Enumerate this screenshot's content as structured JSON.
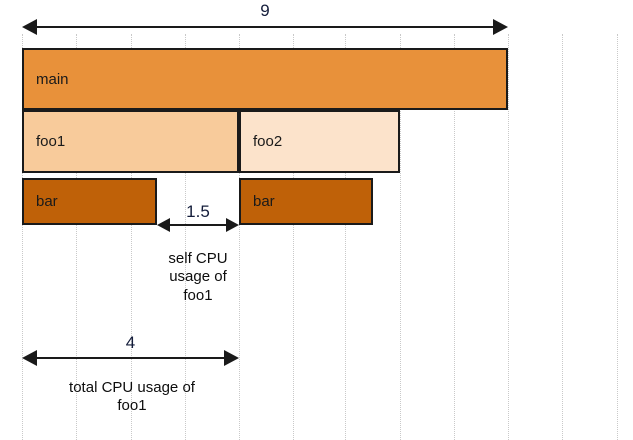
{
  "chart_data": {
    "type": "bar",
    "title": "",
    "subtitle": "",
    "xlabel": "",
    "ylabel": "",
    "description": "Flame graph showing nested CPU time of stack frames main > foo1/foo2 > bar",
    "units": "CPU time units",
    "axis_range": [
      0,
      11
    ],
    "grid": true,
    "grid_spacing": 1,
    "legend": "none",
    "frames": [
      {
        "name": "main",
        "depth": 0,
        "start": 0,
        "width": 9,
        "end": 9,
        "color": "#e8913a"
      },
      {
        "name": "foo1",
        "depth": 1,
        "start": 0,
        "width": 4,
        "end": 4,
        "color": "#f8cb9b"
      },
      {
        "name": "foo2",
        "depth": 1,
        "start": 4,
        "width": 3,
        "end": 7,
        "color": "#fce3cb"
      },
      {
        "name": "bar",
        "depth": 2,
        "start": 0,
        "width": 2.5,
        "end": 2.5,
        "color": "#bf6108"
      },
      {
        "name": "bar",
        "depth": 2,
        "start": 4,
        "width": 2.5,
        "end": 6.5,
        "color": "#bf6108"
      }
    ],
    "annotations": [
      {
        "id": "total-main",
        "value": "9",
        "numeric": 9,
        "from": 0,
        "to": 9,
        "caption": ""
      },
      {
        "id": "self-cpu-foo1",
        "value": "1.5",
        "numeric": 1.5,
        "from": 2.5,
        "to": 4,
        "caption": "self CPU\nusage of\nfoo1"
      },
      {
        "id": "total-cpu-foo1",
        "value": "4",
        "numeric": 4,
        "from": 0,
        "to": 4,
        "caption": "total CPU usage of\nfoo1"
      }
    ]
  },
  "bars": {
    "main": {
      "label": "main"
    },
    "foo1": {
      "label": "foo1"
    },
    "foo2": {
      "label": "foo2"
    },
    "bar_left": {
      "label": "bar"
    },
    "bar_right": {
      "label": "bar"
    }
  },
  "measures": {
    "top": {
      "value": "9"
    },
    "middle": {
      "value": "1.5",
      "caption_line1": "self CPU",
      "caption_line2": "usage of",
      "caption_line3": "foo1"
    },
    "bottom": {
      "value": "4",
      "caption_line1": "total CPU usage of",
      "caption_line2": "foo1"
    }
  },
  "colors": {
    "main": "#e8913a",
    "foo1": "#f8cb9b",
    "foo2": "#fce3cb",
    "bar": "#bf6108",
    "stroke": "#1a1a1a",
    "grid": "#c9c9c9",
    "value_text": "#131c3a",
    "caption_text": "#0d0d0d",
    "background": "#ffffff"
  }
}
